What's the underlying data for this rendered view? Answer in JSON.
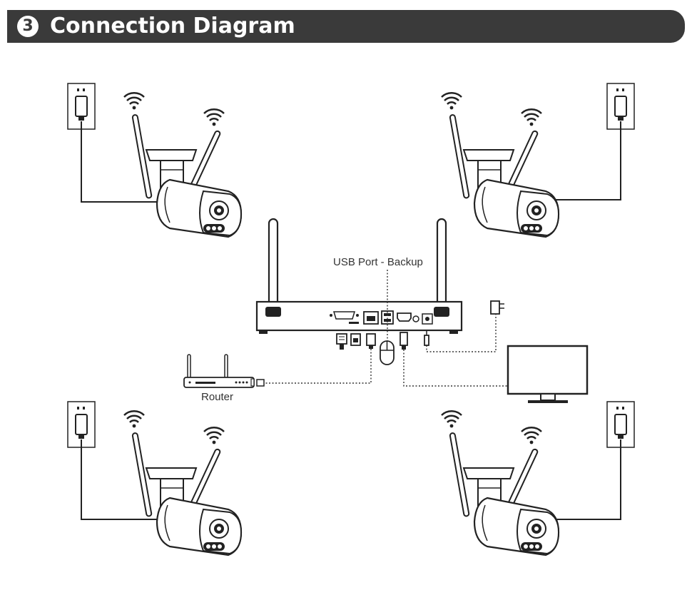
{
  "header": {
    "step_number": "3",
    "title": "Connection Diagram",
    "bar_color": "#3a3a3a"
  },
  "labels": {
    "usb_port": "USB Port - Backup",
    "router": "Router"
  },
  "icons": {
    "camera": "bullet-camera-icon",
    "wifi": "wifi-icon",
    "outlet": "power-outlet-icon",
    "nvr": "nvr-recorder-icon",
    "router": "router-icon",
    "monitor": "monitor-icon",
    "mouse": "mouse-icon",
    "adapter": "power-adapter-icon"
  }
}
